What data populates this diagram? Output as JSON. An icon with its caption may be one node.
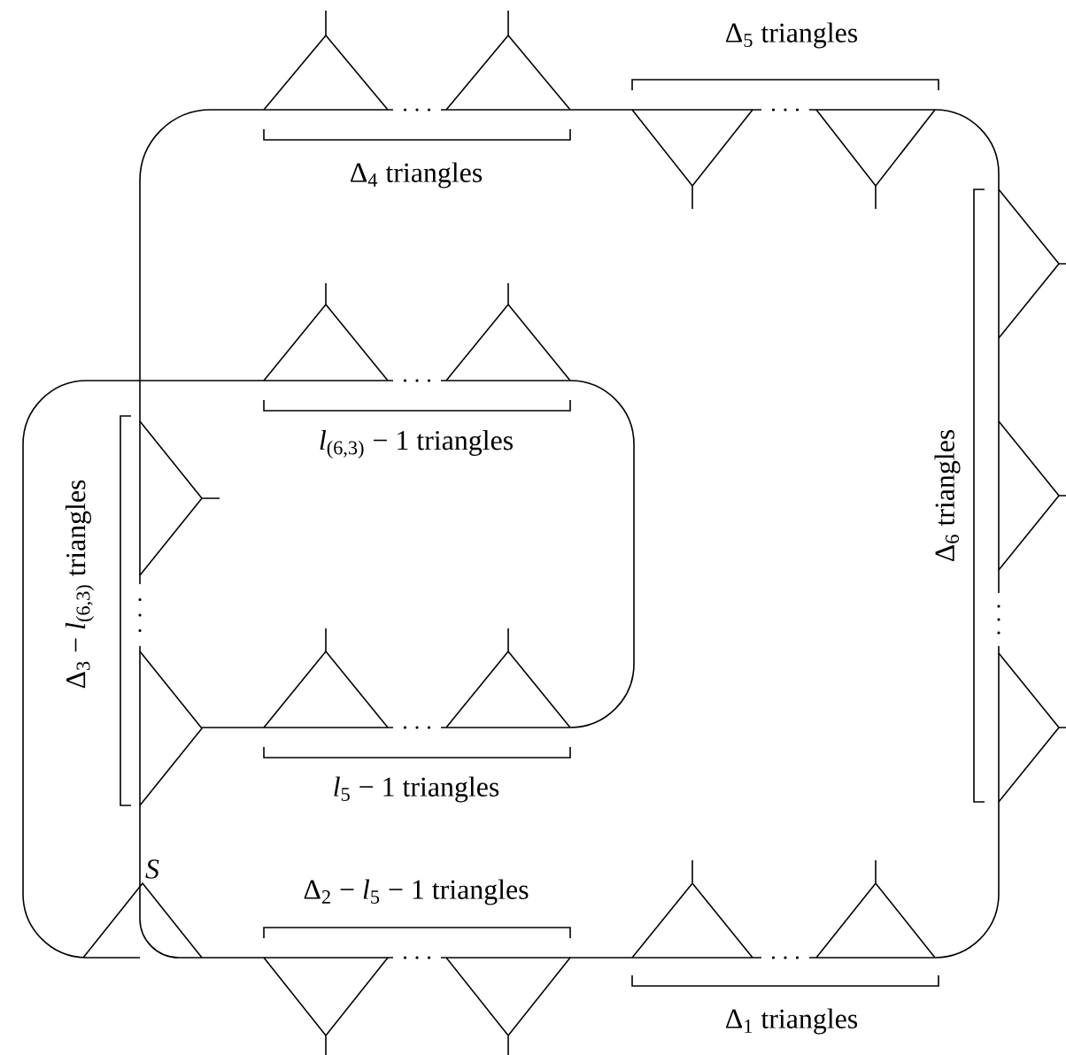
{
  "diagram": {
    "labels": [
      "Δ$_{5}$ triangles",
      "Δ$_{4}$ triangles",
      "*l*$_{(6,3)}$ − 1 triangles",
      "Δ$_{3}$ − *l*$_{(6,3)}$ triangles",
      "Δ$_{6}$ triangles",
      "*l*$_{5}$ − 1 triangles",
      "S",
      "Δ$_{2}$ − *l*$_{5}$ − 1 triangles",
      "Δ$_{1}$ triangles"
    ]
  }
}
